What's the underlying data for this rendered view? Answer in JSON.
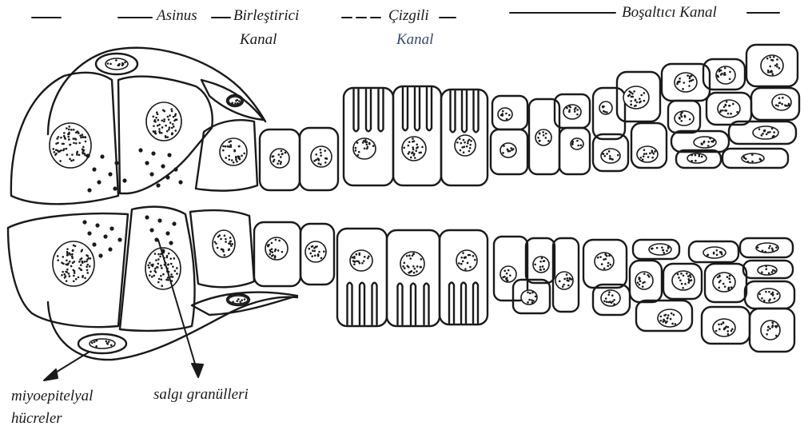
{
  "header": {
    "acinus": "Asinus",
    "intercalated_line1": "Birleştirici",
    "intercalated_line2": "Kanal",
    "striated_line1": "Çizgili",
    "striated_line2": "Kanal",
    "excretory": "Boşaltıcı Kanal"
  },
  "callouts": {
    "myoepithelial_line1": "miyoepitelyal",
    "myoepithelial_line2": "hücreler",
    "secretory_granules": "salgı granülleri"
  },
  "colors": {
    "ink": "#1a1a1a",
    "paper": "#ffffff",
    "kanal_blue": "#3a4a78"
  }
}
